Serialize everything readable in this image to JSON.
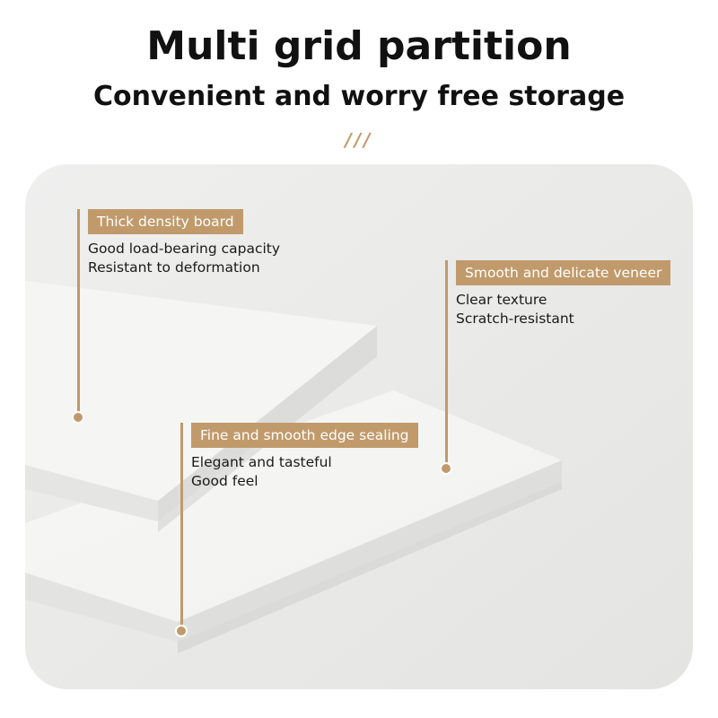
{
  "header": {
    "title": "Multi grid partition",
    "subtitle": "Convenient and worry free storage",
    "divider": "///"
  },
  "colors": {
    "accent": "#c19a6b",
    "background": "#e9e9e8",
    "board": "#f6f6f4"
  },
  "callouts": [
    {
      "label": "Thick density board",
      "lines": [
        "Good load-bearing capacity",
        "Resistant to deformation"
      ]
    },
    {
      "label": "Smooth and delicate veneer",
      "lines": [
        "Clear texture",
        "Scratch-resistant"
      ]
    },
    {
      "label": "Fine and smooth edge sealing",
      "lines": [
        "Elegant and tasteful",
        "Good feel"
      ]
    }
  ]
}
